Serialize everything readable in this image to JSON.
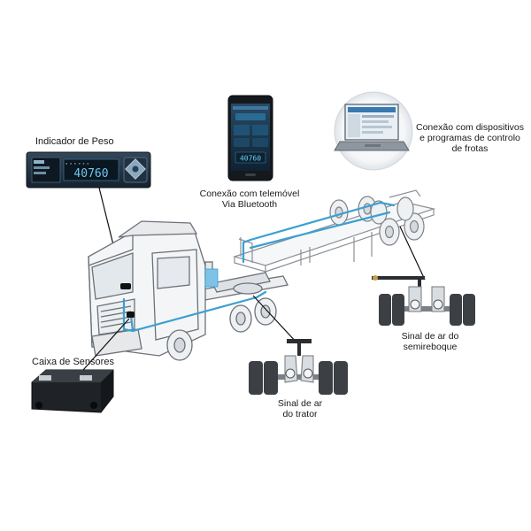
{
  "labels": {
    "weight_indicator": "Indicador de Peso",
    "sensor_box": "Caixa de Sensores",
    "phone_line1": "Conexão com telemóvel",
    "phone_line2": "Via Bluetooth",
    "fleet_line1": "Conexão com dispositivos",
    "fleet_line2": "e programas de controlo",
    "fleet_line3": "de frotas",
    "tractor_line1": "Sinal de ar",
    "tractor_line2": "do trator",
    "semi_line1": "Sinal de ar do",
    "semi_line2": "semireboque"
  },
  "display": {
    "weight_value": "40760",
    "phone_value": "40760"
  },
  "colors": {
    "cable": "#3a9fd1",
    "device_dark": "#1d2b3a",
    "display_blue": "#6fc7ee",
    "tire": "#3c3f44"
  },
  "icons": [
    "weight-indicator-device",
    "smartphone-icon",
    "laptop-icon",
    "sensor-box-icon",
    "truck-icon",
    "air-sensor-icon"
  ]
}
